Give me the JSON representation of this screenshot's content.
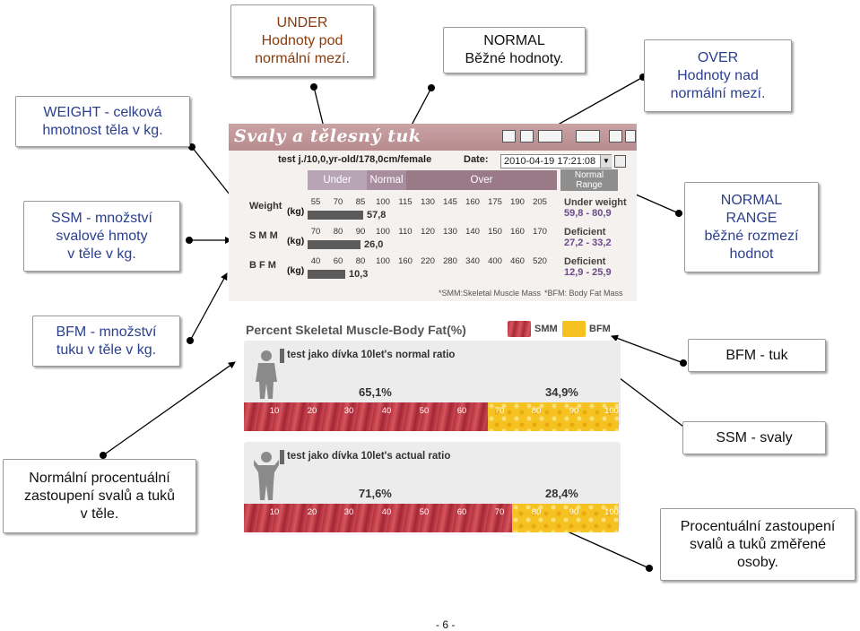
{
  "callouts": {
    "under": "UNDER\nHodnoty pod\nnormální mezí.",
    "normal": "NORMAL\nBěžné hodnoty.",
    "over": "OVER\nHodnoty nad\nnormální mezí.",
    "weight": "WEIGHT  - celková\nhmotnost těla v kg.",
    "ssm": "SSM  - množství\nsvalové hmoty\nv těle v kg.",
    "normal_range": "NORMAL\nRANGE\nběžné rozmezí\nhodnot",
    "bfm": "BFM  - množství\ntuku v těle v kg.",
    "bfm_tuk": "BFM - tuk",
    "ssm_svaly": "SSM - svaly",
    "normal_pct": "Normální procentuální\nzastoupení svalů a tuků\nv těle.",
    "measured_pct": "Procentuální zastoupení\nsvalů a tuků změřené\nosoby."
  },
  "panel": {
    "title": "Svaly a tělesný tuk",
    "subject": "test j./10,0,yr-old/178,0cm/female",
    "date_label": "Date:",
    "date_value": "2010-04-19 17:21:08",
    "range_under": "Under",
    "range_normal": "Normal",
    "range_over": "Over",
    "normal_range_head": "Normal\nRange",
    "rows": [
      {
        "label": "Weight",
        "unit": "(kg)",
        "scale": [
          "55",
          "70",
          "85",
          "100",
          "115",
          "130",
          "145",
          "160",
          "175",
          "190",
          "205"
        ],
        "value": "57,8",
        "fill_fraction": 0.22,
        "side_label": "Under weight",
        "side_range": "59,8 - 80,9"
      },
      {
        "label": "S M M",
        "unit": "(kg)",
        "scale": [
          "70",
          "80",
          "90",
          "100",
          "110",
          "120",
          "130",
          "140",
          "150",
          "160",
          "170"
        ],
        "value": "26,0",
        "fill_fraction": 0.21,
        "side_label": "Deficient",
        "side_range": "27,2 - 33,2"
      },
      {
        "label": "B F M",
        "unit": "(kg)",
        "scale": [
          "40",
          "60",
          "80",
          "100",
          "160",
          "220",
          "280",
          "340",
          "400",
          "460",
          "520"
        ],
        "value": "10,3",
        "fill_fraction": 0.15,
        "side_label": "Deficient",
        "side_range": "12,9 - 25,9"
      }
    ],
    "footnote_smm": "*SMM:Skeletal Muscle Mass",
    "footnote_bfm": "*BFM: Body Fat Mass"
  },
  "percent": {
    "title": "Percent Skeletal Muscle-Body Fat(%)",
    "legend_smm": "SMM",
    "legend_bfm": "BFM",
    "ratios": [
      {
        "label": "test jako dívka 10let's normal ratio",
        "smm_pct": "65,1%",
        "bfm_pct": "34,9%",
        "smm_fraction": 0.651
      },
      {
        "label": "test jako dívka 10let's actual ratio",
        "smm_pct": "71,6%",
        "bfm_pct": "28,4%",
        "smm_fraction": 0.716
      }
    ],
    "ticks": [
      "10",
      "20",
      "30",
      "40",
      "50",
      "60",
      "70",
      "80",
      "90",
      "100"
    ]
  },
  "colors": {
    "callout_blue": "#2a3f8e",
    "callout_orange": "#8a3b0d",
    "under_band": "#b7a5b6",
    "normal_band": "#a88d9f",
    "over_band": "#9a7a87",
    "smm_red": "#b52f3b",
    "bfm_yellow": "#f5c221"
  },
  "page_number": "- 6 -"
}
